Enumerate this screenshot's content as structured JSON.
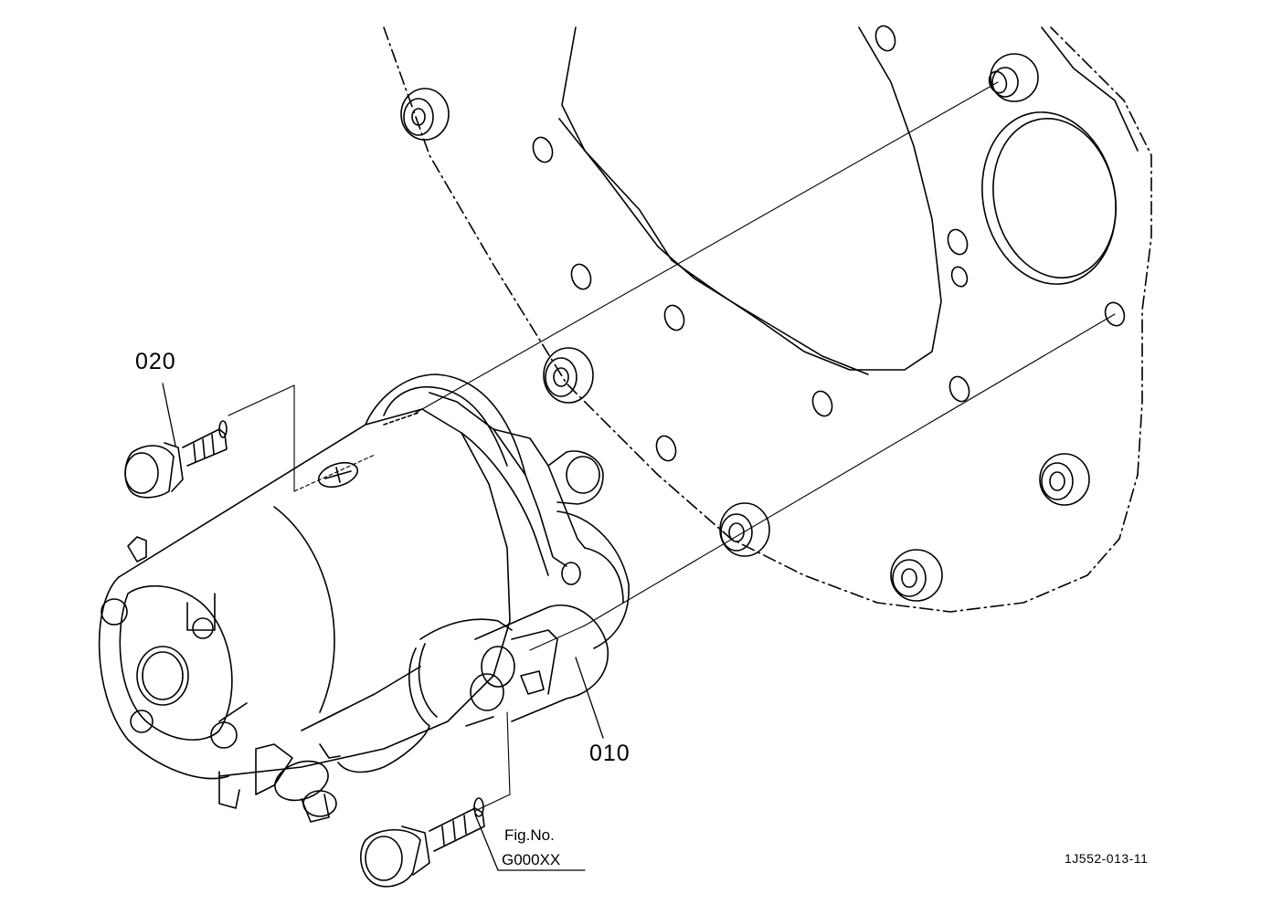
{
  "callouts": {
    "part_020": "020",
    "part_010": "010"
  },
  "figure_ref": {
    "label": "Fig.No.",
    "code": "G000XX"
  },
  "drawing_number": "1J552-013-11",
  "colors": {
    "line": "#000000",
    "background": "#ffffff"
  }
}
